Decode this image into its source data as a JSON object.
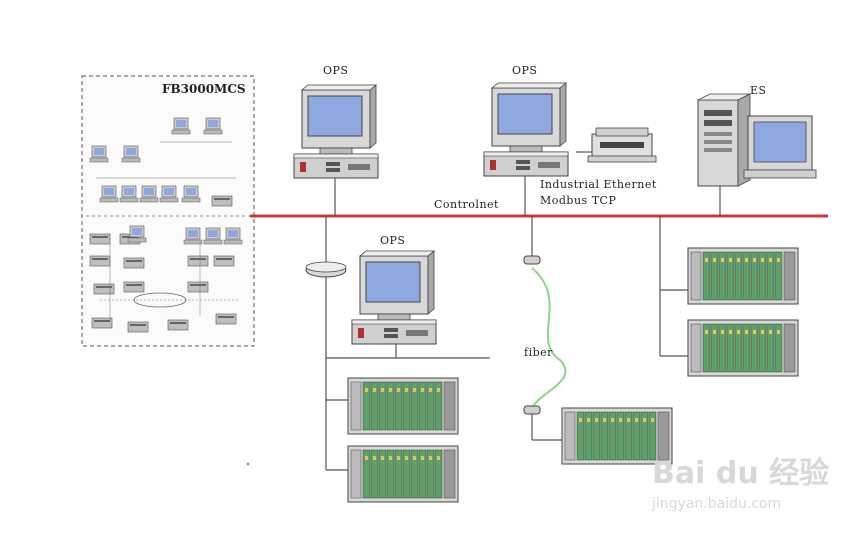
{
  "labels": {
    "mcs_title": "FB3000MCS",
    "ops_1": "OPS",
    "ops_2": "OPS",
    "ops_3": "OPS",
    "es": "ES",
    "controlnet": "Controlnet",
    "industrial_ethernet": "Industrial Ethernet",
    "modbus_tcp": "Modbus TCP",
    "fiber": "fiber"
  },
  "watermark": {
    "brand": "Bai du 经验",
    "url": "jingyan.baidu.com"
  },
  "colors": {
    "controlnet_line": "#c8383c",
    "wire": "#555555",
    "fiber_line": "#8fd48a",
    "rack_green": "#5fa06a",
    "monitor_screen": "#8fa8e0"
  }
}
